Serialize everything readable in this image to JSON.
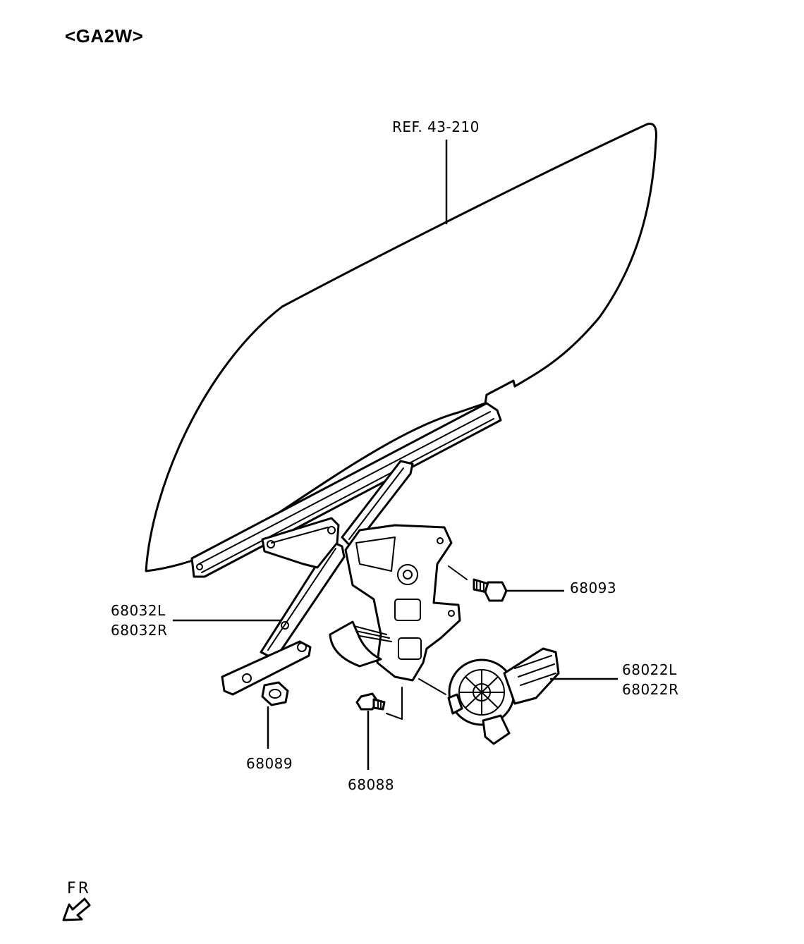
{
  "title": "<GA2W>",
  "direction_label": "FR",
  "callouts": {
    "glass_ref": "REF. 43-210",
    "bolt": "68093",
    "regulator_left": "68032L",
    "regulator_right": "68032R",
    "motor_left": "68022L",
    "motor_right": "68022R",
    "nut": "68089",
    "screw": "68088"
  },
  "icons": {
    "direction": "front-arrow-icon"
  }
}
